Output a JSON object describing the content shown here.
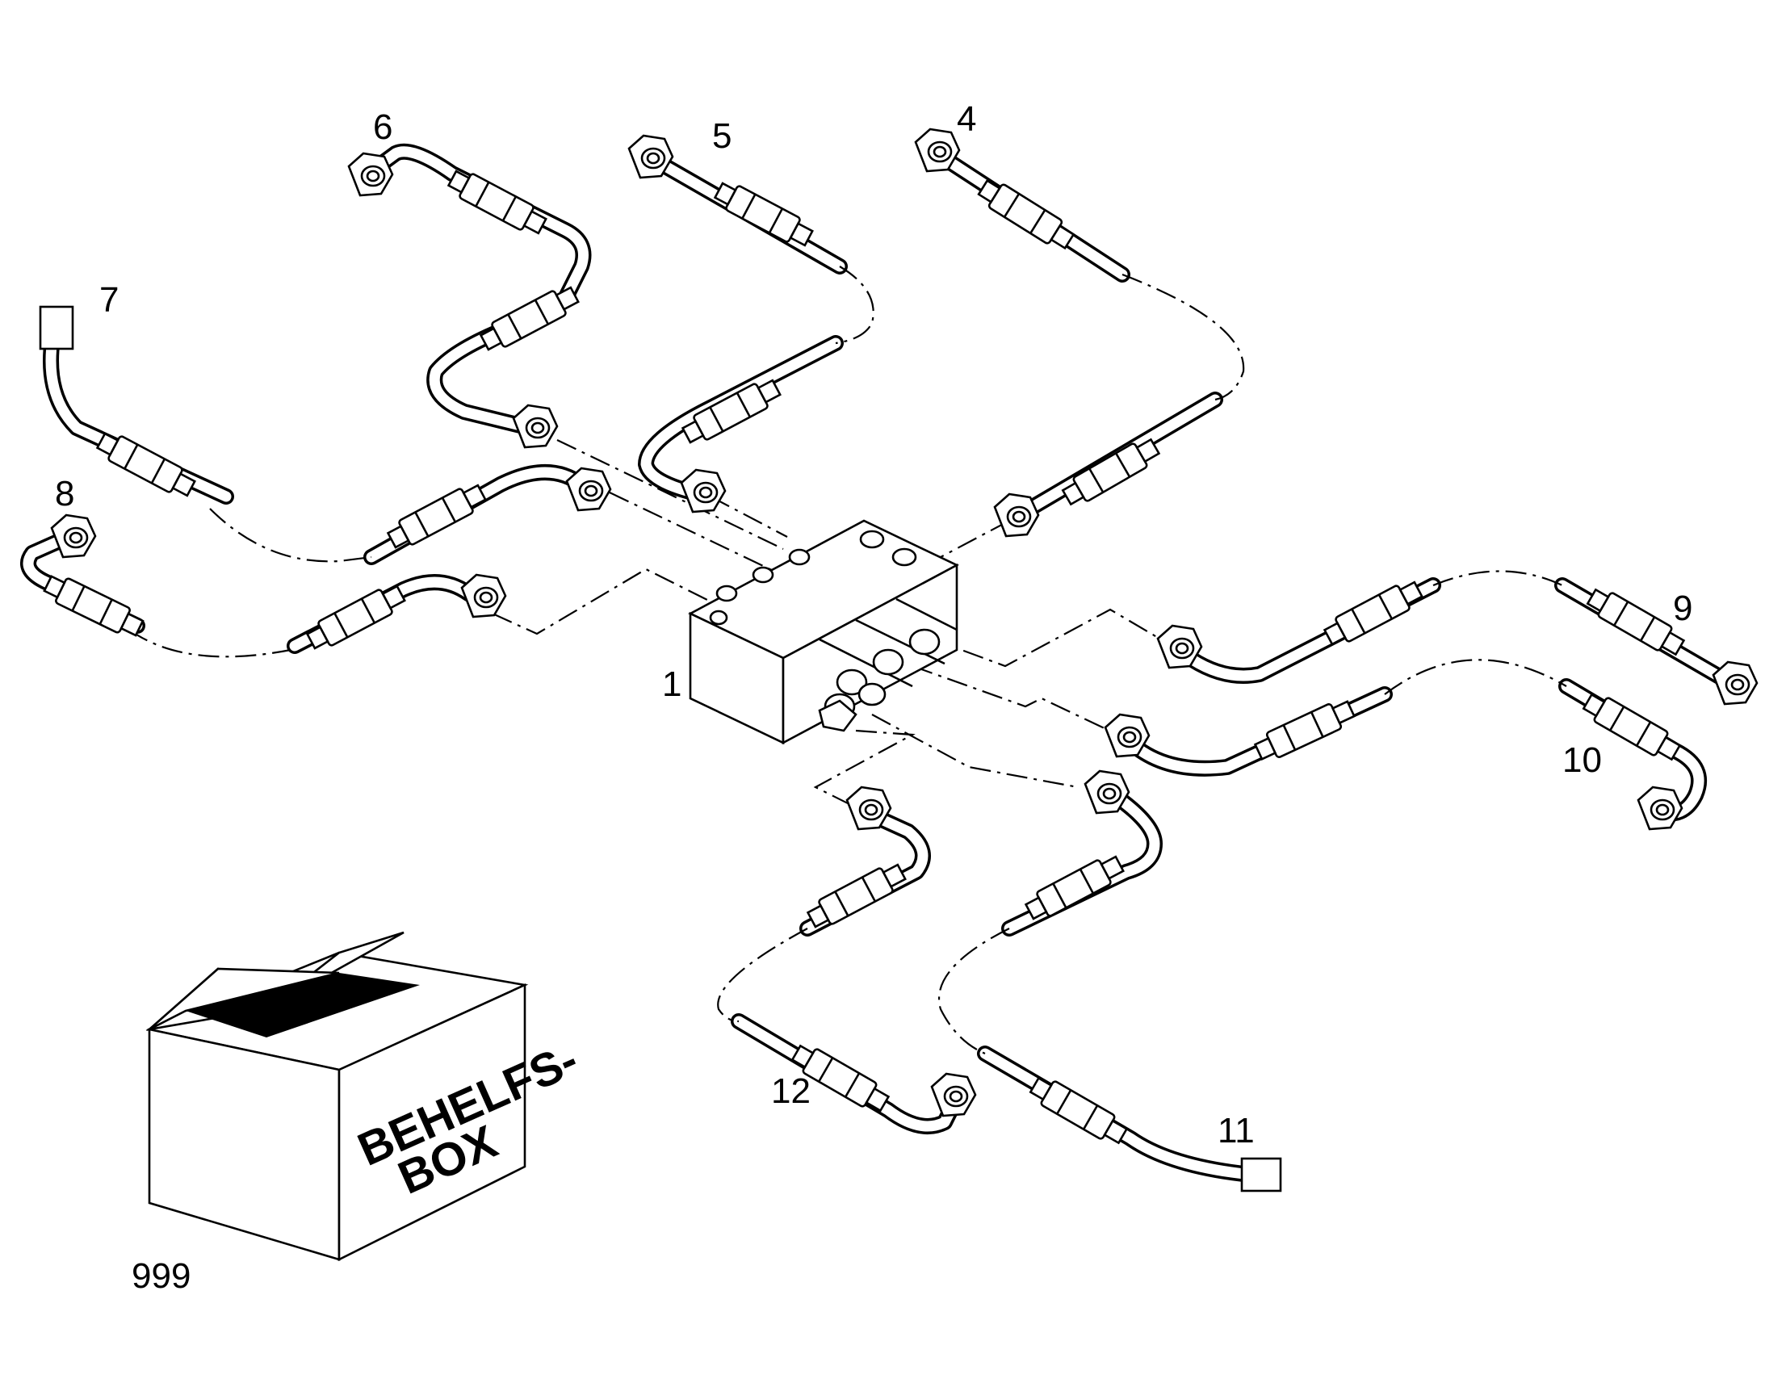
{
  "diagram": {
    "callouts": {
      "c1": "1",
      "c4": "4",
      "c5": "5",
      "c6": "6",
      "c7": "7",
      "c8": "8",
      "c9": "9",
      "c10": "10",
      "c11": "11",
      "c12": "12",
      "c999": "999"
    },
    "box_label": {
      "line1": "BEHELFS-",
      "line2": "BOX"
    }
  }
}
